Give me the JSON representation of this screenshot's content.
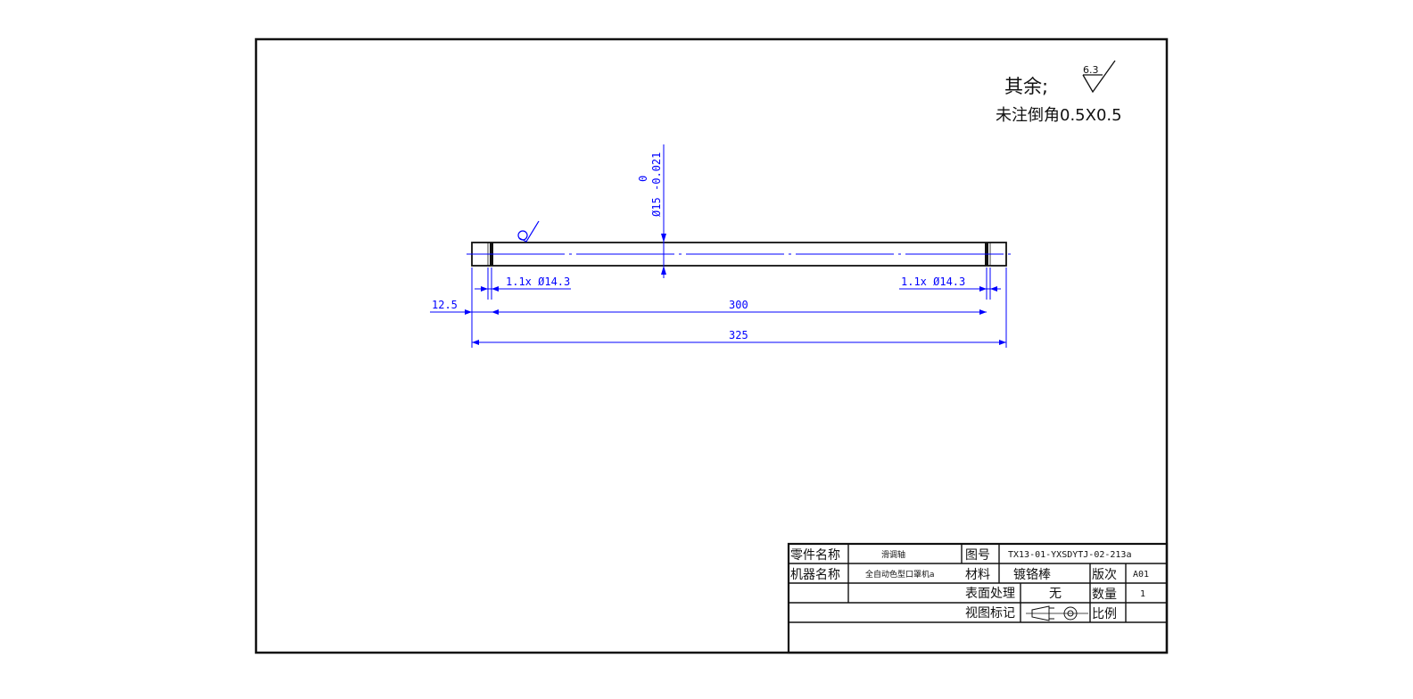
{
  "notes": {
    "remaining_label": "其余;",
    "roughness_value": "6.3",
    "chamfer_note": "未注倒角0.5X0.5"
  },
  "dimensions": {
    "diameter_main": "Ø15",
    "tol_upper": "0",
    "tol_lower": "-0.021",
    "groove_left": "1.1x Ø14.3",
    "groove_right": "1.1x Ø14.3",
    "offset_left": "12.5",
    "inner_length": "300",
    "total_length": "325"
  },
  "title_block": {
    "part_name_label": "零件名称",
    "part_name_value": "滑调轴",
    "drawing_no_label": "图号",
    "drawing_no_value": "TX13-01-YXSDYTJ-02-213a",
    "machine_name_label": "机器名称",
    "machine_name_value": "全自动色型口罩机a",
    "material_label": "材料",
    "material_value": "镀铬棒",
    "revision_label": "版次",
    "revision_value": "A01",
    "surface_label": "表面处理",
    "surface_value": "无",
    "quantity_label": "数量",
    "quantity_value": "1",
    "view_mark_label": "视图标记",
    "scale_label": "比例",
    "scale_value": ""
  },
  "colors": {
    "line": "#111111",
    "dimension": "#0000ff"
  }
}
